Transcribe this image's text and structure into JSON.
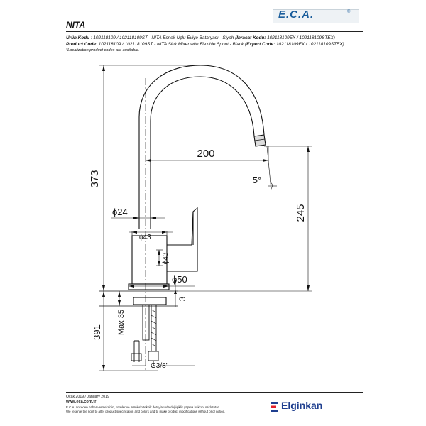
{
  "header": {
    "logo": "E.C.A.",
    "logo_reg": "®",
    "title": "NITA"
  },
  "codes": {
    "tr_label": "Ürün Kodu",
    "tr_text": " : 102118109 / 102118109ST - NITA Esnek Uçlu Eviye Bataryası - Siyah (",
    "tr_export_label": "İhracat Kodu:",
    "tr_export_text": " 102118109EX / 102118109STEX)",
    "en_label": "Product Code:",
    "en_text": " 102118109 / 102118109ST - NITA  Sink Mixer with Flexible Spout - Black (",
    "en_export_label": "Export Code:",
    "en_export_text": " 102118109EX / 102118109STEX)",
    "note": "*Localization product codes are available."
  },
  "dimensions": {
    "height_total": "373",
    "reach": "200",
    "angle": "5°",
    "spout_height": "245",
    "body_dia": "ϕ24",
    "base_dia_top": "ϕ43",
    "base_dia_side": "ϕ43",
    "flange_dia": "ϕ50",
    "flange_thk": "3",
    "below_length": "391",
    "max_thk": "Max 35",
    "connection": "G3/8\""
  },
  "footer": {
    "date": "Ocak 2019 / January 2019",
    "url": "www.eca.com.tr",
    "tr_note": "E.C.A. önceden haber vermeksizin, ürünler ve ürünlerin teknik detaylarında değişiklik yapma hakkını saklı tutar.",
    "en_note": "We reserve the right to alter product specification and colors and to make product modifications without prior notice.",
    "brand": "Elginkan"
  }
}
